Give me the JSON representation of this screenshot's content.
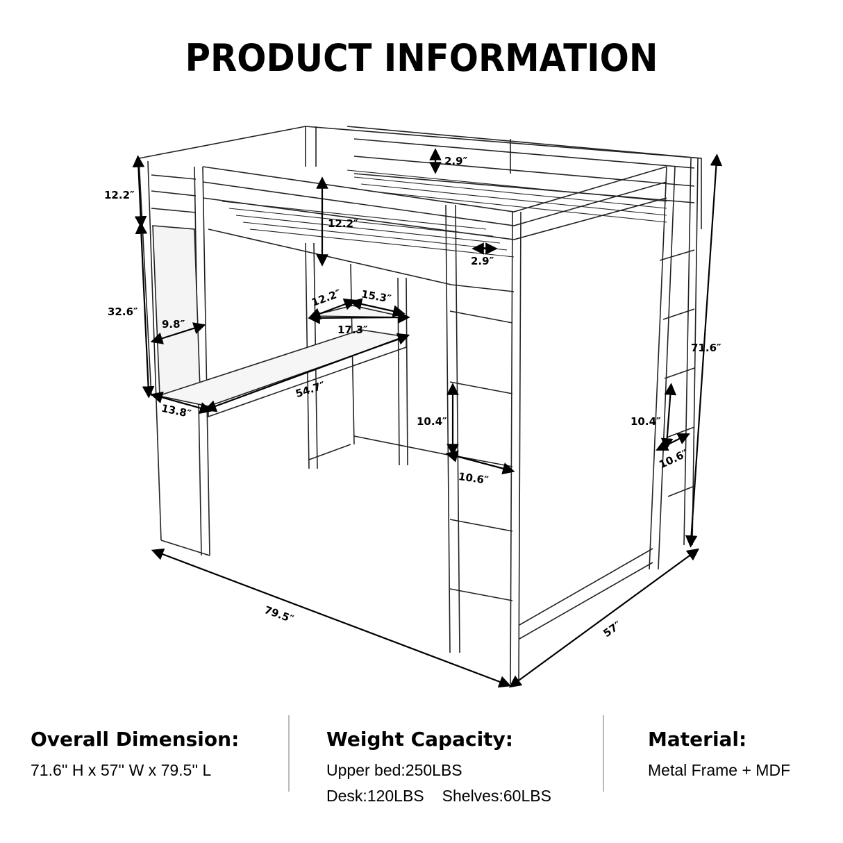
{
  "title": "PRODUCT INFORMATION",
  "diagram": {
    "subject": "Metal full-size loft bed with desk and shelves",
    "dimensions": {
      "rail_gap_top": "2.9″",
      "guardrail_height_left": "12.2″",
      "guardrail_height_center": "12.2″",
      "slat_gap": "2.9″",
      "shelf_height": "32.6″",
      "shelf_width": "9.8″",
      "corner_desk_depth_a": "12.2″",
      "corner_desk_depth_b": "15.3″",
      "corner_desk_width": "17.3″",
      "desk_length": "54.7″",
      "desk_depth": "13.8″",
      "ladder_step_height_front": "10.4″",
      "ladder_step_width_front": "10.6″",
      "ladder_step_height_side": "10.4″",
      "ladder_step_width_side": "10.6″",
      "total_height": "71.6″",
      "total_length": "79.5″",
      "total_width": "57″"
    }
  },
  "specs": {
    "overall": {
      "heading": "Overall Dimension:",
      "value": "71.6'' H x 57'' W x 79.5'' L"
    },
    "weight": {
      "heading": "Weight Capacity:",
      "upper_bed": "Upper bed:250LBS",
      "desk": "Desk:120LBS",
      "shelves": "Shelves:60LBS"
    },
    "material": {
      "heading": "Material:",
      "value": "Metal Frame + MDF"
    }
  }
}
